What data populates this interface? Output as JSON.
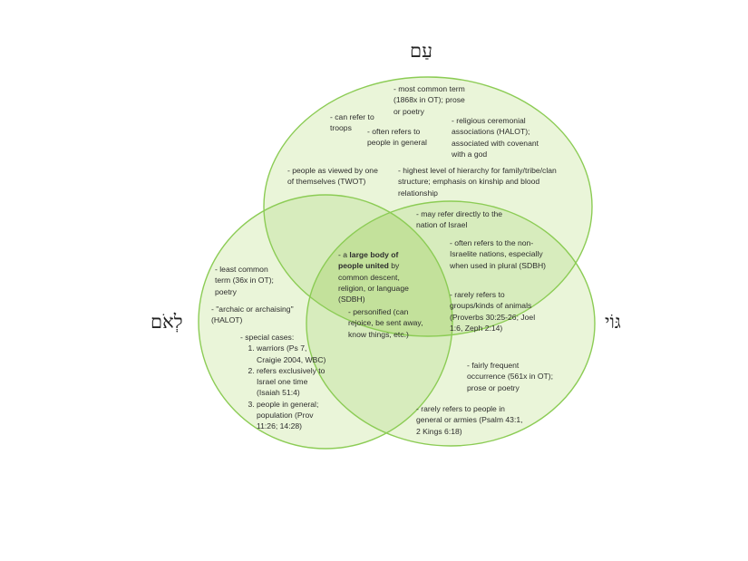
{
  "colors": {
    "fill": "#eaf5d9",
    "stroke": "#8ccc55",
    "overlap": "#d7ecbd",
    "center": "#c3e19b"
  },
  "labels": {
    "am": "עַם",
    "leom": "לְאֹם",
    "goy": "גּוֹי"
  },
  "notes": {
    "am_most_common": "- most common term (1868x in OT); prose or poetry",
    "am_troops": "- can refer to troops",
    "am_people_general": "- often refers to people in general",
    "am_religious": "- religious ceremonial associations (HALOT); associated with covenant with a god",
    "am_viewed": "- people as viewed by one of themselves (TWOT)",
    "am_hierarchy": "- highest level of hierarchy for family/tribe/clan structure; emphasis on kinship and blood relationship",
    "am_goy_israel": "- may refer directly to the nation of Israel",
    "am_goy_non_israelite": "- often refers to the non-Israelite nations, especially when used in plural (SDBH)",
    "am_goy_animals": "- rarely refers to groups/kinds of animals (Proverbs 30:25-26; Joel 1:6, Zeph 2:14)",
    "center_prefix": "- a ",
    "center_bold": "large body of people united",
    "center_suffix": " by common descent, religion, or language (SDBH)",
    "leom_goy_personified": "- personified (can rejoice, be sent away, know things, etc.)",
    "leom_least": "- least common term (36x in OT); poetry",
    "leom_archaic": "- \"archaic or archaising\" (HALOT)",
    "leom_special_heading": "- special cases:",
    "leom_special_cases": [
      "warriors (Ps 7, Craigie 2004, WBC)",
      "refers exclusively to Israel one time (Isaiah 51:4)",
      "people in general; population (Prov 11:26; 14:28)"
    ],
    "goy_frequent": "- fairly frequent occurrence (561x in OT); prose or poetry",
    "goy_rarely_people": "- rarely refers to people in general or armies (Psalm 43:1, 2 Kings 6:18)"
  }
}
